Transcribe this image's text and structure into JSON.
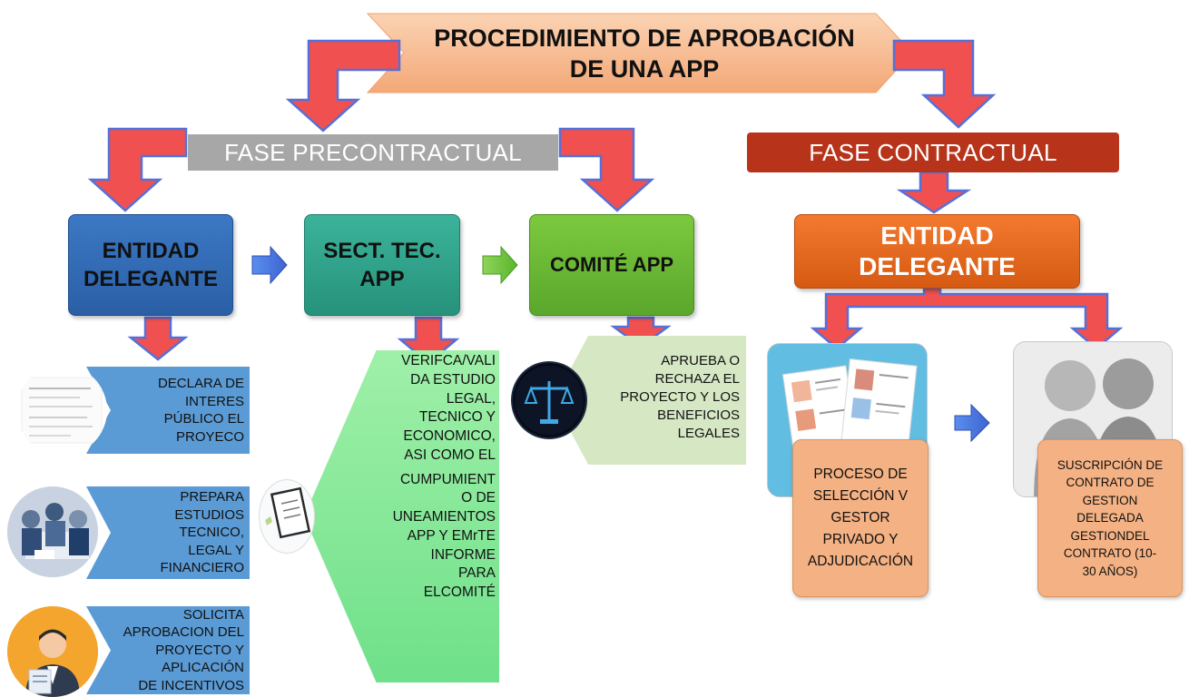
{
  "title": {
    "line1": "PROCEDIMIENTO DE APROBACIÓN",
    "line2": "DE UNA APP"
  },
  "phases": {
    "precontractual": "FASE PRECONTRACTUAL",
    "contractual": "FASE CONTRACTUAL"
  },
  "stages": {
    "entidad_delegante": {
      "line1": "ENTIDAD",
      "line2": "DELEGANTE"
    },
    "sect_tec": {
      "line1": "SECT. TEC.",
      "line2": "APP"
    },
    "comite": "COMITÉ APP",
    "entidad_delegante_contractual": {
      "line1": "ENTIDAD",
      "line2": "DELEGANTE"
    }
  },
  "entidad_tasks": [
    {
      "lines": [
        "DECLARA DE",
        "INTERES",
        "PÚBLICO EL",
        "PROYECO"
      ],
      "icon": "document-icon"
    },
    {
      "lines": [
        "PREPARA",
        "ESTUDIOS",
        "TECNICO,",
        "LEGAL Y",
        "FINANCIERO"
      ],
      "icon": "meeting-photo-icon"
    },
    {
      "lines": [
        "SOLICITA",
        "APROBACION DEL",
        "PROYECTO Y",
        "APLICACIÓN",
        "DE INCENTIVOS"
      ],
      "icon": "businessman-icon"
    }
  ],
  "sect_tec_task": {
    "lines": [
      "VERIFCA/VALI",
      "DA ESTUDIO",
      "LEGAL,",
      "TECNICO Y",
      "ECONOMICO,",
      "ASI COMO EL",
      "CUMPUMIENT",
      "O DE",
      "UNEAMIENTOS",
      "APP Y EMrTE",
      "INFORME",
      "PARA",
      "ELCOMITÉ"
    ],
    "icon": "checklist-icon"
  },
  "comite_task": {
    "lines": [
      "APRUEBA O",
      "RECHAZA EL",
      "PROYECTO Y LOS",
      "BENEFICIOS",
      "LEGALES"
    ],
    "icon": "scales-icon"
  },
  "contractual_tasks": [
    {
      "lines": [
        "PROCESO DE",
        "SELECCIÓN V",
        "GESTOR",
        "PRIVADO Y",
        "ADJUDICACIÓN"
      ],
      "icon": "resumes-icon"
    },
    {
      "lines": [
        "SUSCRIPCIÓN DE",
        "CONTRATO DE",
        "GESTION",
        "DELEGADA",
        "GESTIONDEL",
        "CONTRATO (10-",
        "30 AÑOS)"
      ],
      "icon": "handshake-icon"
    }
  ],
  "colors": {
    "arrow_red": "#f05050",
    "arrow_blue_stroke": "#4a6fd8",
    "title_banner": "#f4b183",
    "phase_pre": "#a7a7a7",
    "phase_con": "#b7341b",
    "entidad": "#2e6ab6",
    "sect_tec": "#2fa88f",
    "comite": "#6bbd35",
    "entidad_contractual": "#e86b22",
    "task_blue": "#5b9bd5",
    "task_green": "#7ee892",
    "task_lightgreen": "#d6e7c4",
    "task_orange": "#f4b183"
  }
}
